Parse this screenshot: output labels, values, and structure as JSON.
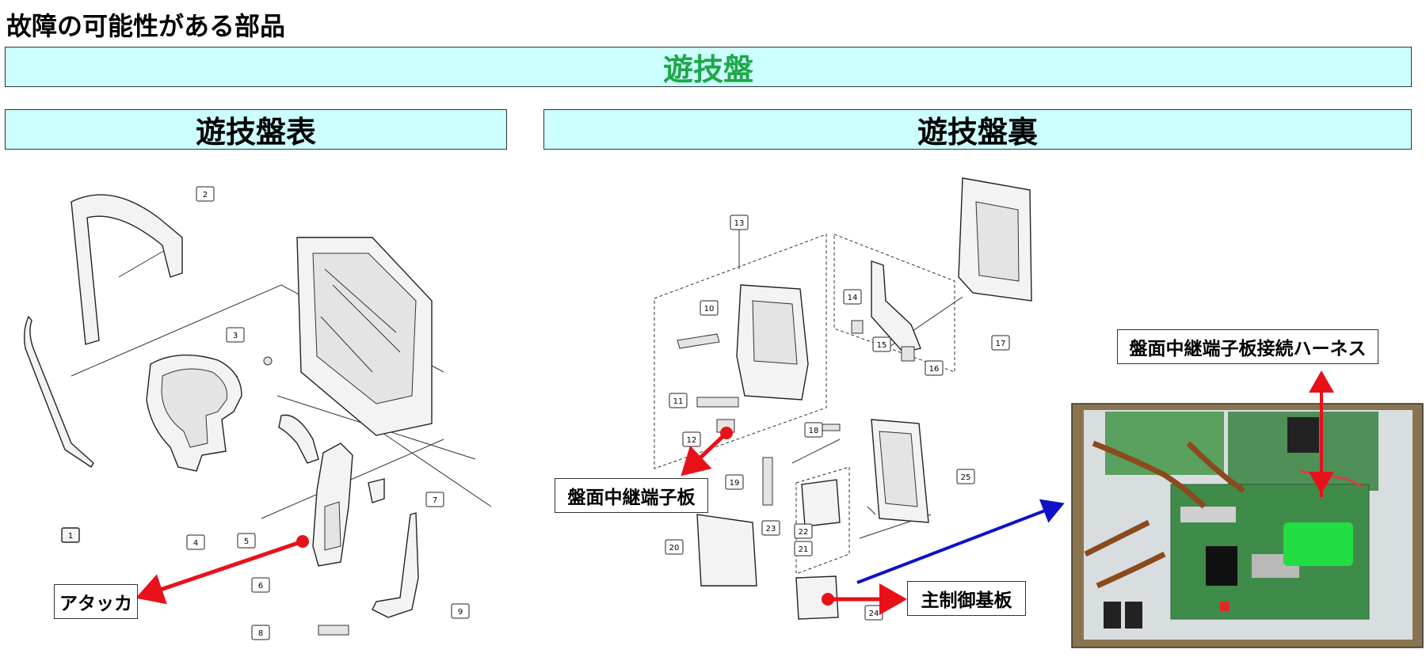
{
  "title": "故障の可能性がある部品",
  "banner_main": "遊技盤",
  "panel_front": {
    "heading": "遊技盤表"
  },
  "panel_back": {
    "heading": "遊技盤裏"
  },
  "callouts": {
    "attacker": "アタッカ",
    "relay_board": "盤面中継端子板",
    "harness": "盤面中継端子板接続ハーネス",
    "main_board": "主制御基板"
  },
  "front_part_numbers": [
    "1",
    "2",
    "3",
    "4",
    "5",
    "6",
    "7",
    "8",
    "9"
  ],
  "back_part_numbers": [
    "10",
    "11",
    "12",
    "13",
    "14",
    "15",
    "16",
    "17",
    "18",
    "19",
    "20",
    "21",
    "22",
    "23",
    "24",
    "25"
  ],
  "colors": {
    "banner_fill": "#ccffff",
    "banner_main_text": "#1ea84a",
    "highlight_arrow": "#e8111a",
    "link_arrow": "#1010c8",
    "photo_marker": "#22dd44"
  },
  "icons": {
    "highlight_marker": "red-dot",
    "photo": "main-control-board-photo"
  }
}
